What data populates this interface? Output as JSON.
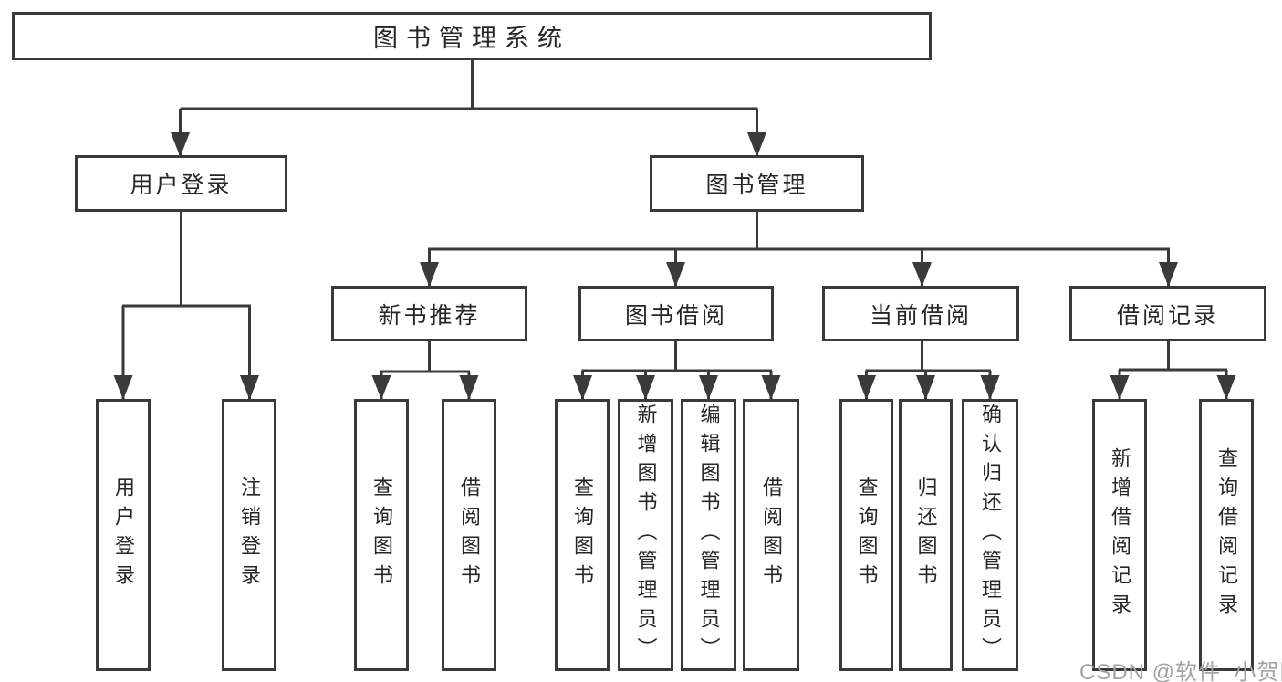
{
  "diagram": {
    "root": "图书管理系统",
    "level2": {
      "user_login": "用户登录",
      "book_mgmt": "图书管理"
    },
    "level3": {
      "new_book_rec": "新书推荐",
      "book_borrow": "图书借阅",
      "current_borrow": "当前借阅",
      "borrow_record": "借阅记录"
    },
    "leaves": {
      "user_login": "用户登录",
      "logout": "注销登录",
      "rec_query_book": "查询图书",
      "rec_borrow_book": "借阅图书",
      "bb_query_book": "查询图书",
      "bb_add_book": "新增图书（管理员）",
      "bb_edit_book": "编辑图书（管理员）",
      "bb_borrow_book": "借阅图书",
      "cb_query_book": "查询图书",
      "cb_return_book": "归还图书",
      "cb_confirm_return": "确认归还（管理员）",
      "br_add_record": "新增借阅记录",
      "br_query_record": "查询借阅记录"
    }
  },
  "watermark": "CSDN @软件_小贺同学",
  "colors": {
    "line": "#3a3a3a",
    "box_border": "#3a3a3a",
    "text": "#262626",
    "watermark": "#a2a2a2",
    "background": "#ffffff"
  }
}
